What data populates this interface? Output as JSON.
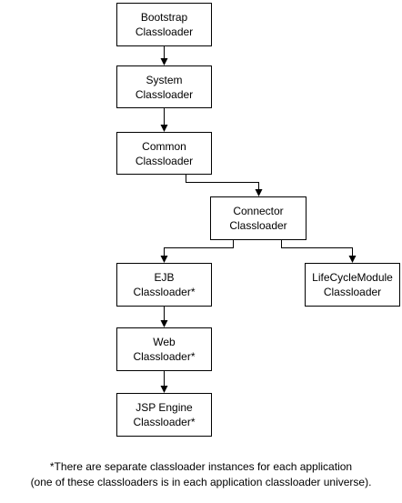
{
  "nodes": {
    "bootstrap": "Bootstrap\nClassloader",
    "system": "System\nClassloader",
    "common": "Common\nClassloader",
    "connector": "Connector\nClassloader",
    "ejb": "EJB\nClassloader*",
    "lifecycle": "LifeCycleModule\nClassloader",
    "web": "Web\nClassloader*",
    "jsp": "JSP Engine\nClassloader*"
  },
  "edges": [
    {
      "from": "Bootstrap Classloader",
      "to": "System Classloader"
    },
    {
      "from": "System Classloader",
      "to": "Common Classloader"
    },
    {
      "from": "Common Classloader",
      "to": "Connector Classloader"
    },
    {
      "from": "Connector Classloader",
      "to": "EJB Classloader*"
    },
    {
      "from": "Connector Classloader",
      "to": "LifeCycleModule Classloader"
    },
    {
      "from": "EJB Classloader*",
      "to": "Web Classloader*"
    },
    {
      "from": "Web Classloader*",
      "to": "JSP Engine Classloader*"
    }
  ],
  "footnote": {
    "line1": "*There are separate classloader instances for each application",
    "line2": "(one of these classloaders is in each application classloader universe)."
  },
  "colors": {
    "line": "#000000",
    "box_border": "#000000",
    "background": "#ffffff"
  }
}
